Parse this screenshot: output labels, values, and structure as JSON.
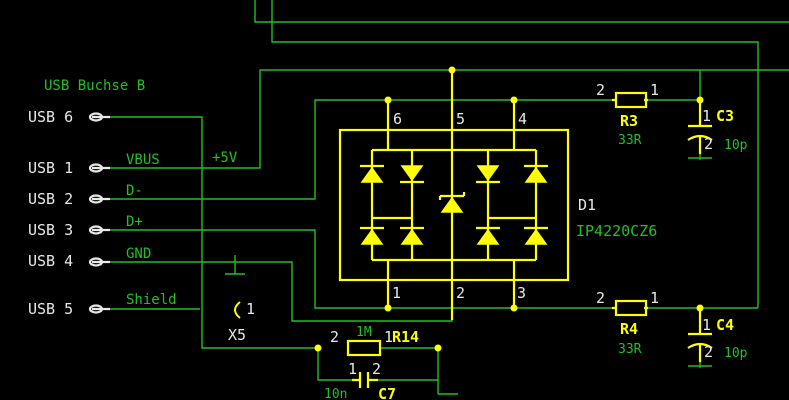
{
  "connector": {
    "title": "USB Buchse B",
    "pins": [
      {
        "label": "USB 6",
        "signal": ""
      },
      {
        "label": "USB 1",
        "signal": "VBUS"
      },
      {
        "label": "USB 2",
        "signal": "D-"
      },
      {
        "label": "USB 3",
        "signal": "D+"
      },
      {
        "label": "USB 4",
        "signal": "GND"
      },
      {
        "label": "USB 5",
        "signal": "Shield"
      }
    ]
  },
  "net_plus5v": "+5V",
  "x5": {
    "name": "X5",
    "pin": "1"
  },
  "d1": {
    "name": "D1",
    "part": "IP4220CZ6",
    "pins": {
      "p6": "6",
      "p5": "5",
      "p4": "4",
      "p1": "1",
      "p2": "2",
      "p3": "3"
    }
  },
  "r3": {
    "name": "R3",
    "value": "33R",
    "pin_left": "2",
    "pin_right": "1"
  },
  "r4": {
    "name": "R4",
    "value": "33R",
    "pin_left": "2",
    "pin_right": "1"
  },
  "c3": {
    "name": "C3",
    "value": "10p",
    "pin_top": "1",
    "pin_bottom": "2"
  },
  "c4": {
    "name": "C4",
    "value": "10p",
    "pin_top": "1",
    "pin_bottom": "2"
  },
  "r14": {
    "name": "R14",
    "value": "1M",
    "pin_left": "2",
    "pin_right": "1"
  },
  "c7": {
    "name": "C7",
    "value": "10n",
    "pin_left": "1",
    "pin_right": "2"
  }
}
